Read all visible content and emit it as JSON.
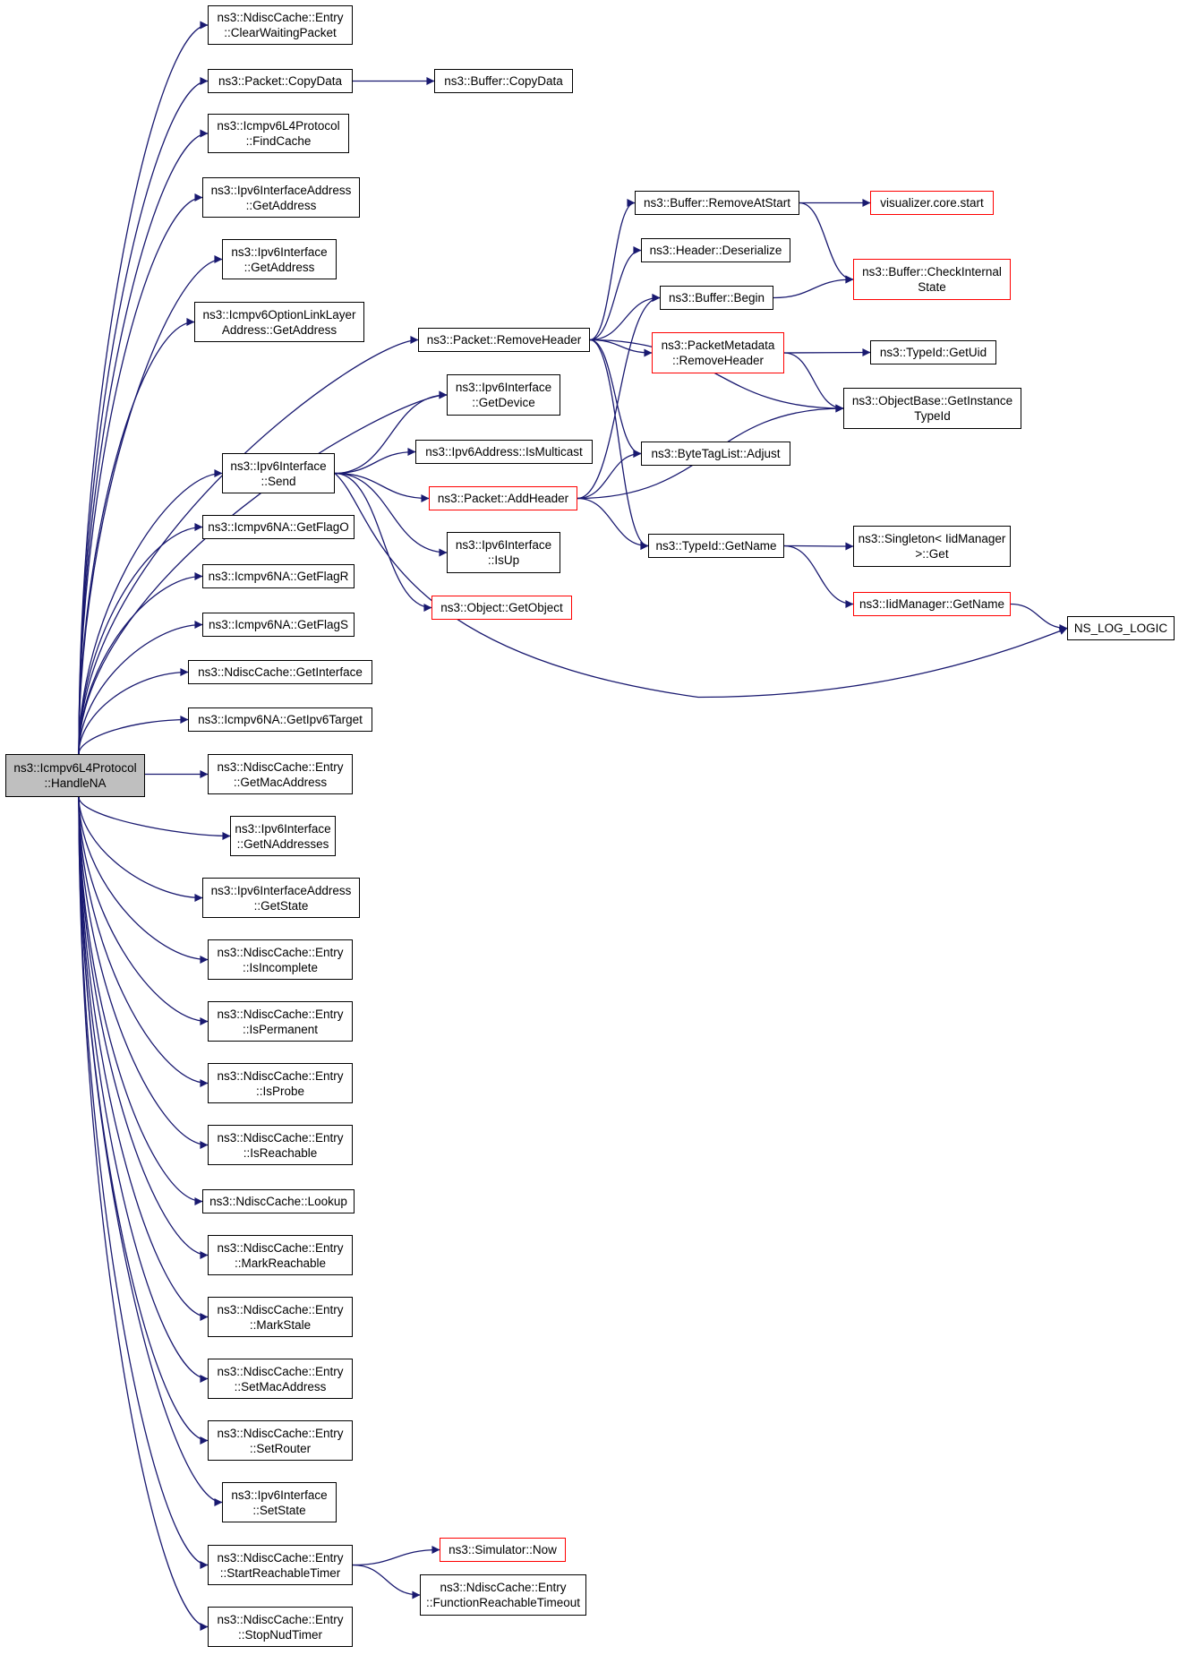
{
  "diagram": {
    "type": "call-graph",
    "colors": {
      "edge": "#191970",
      "node_border": "#000000",
      "node_border_incomplete": "#ff0000",
      "root_fill": "#bfbfbf",
      "background": "#ffffff"
    },
    "nodes": [
      {
        "id": "handlena",
        "label": "ns3::Icmpv6L4Protocol\n::HandleNA",
        "style": "root"
      },
      {
        "id": "clearwaiting",
        "label": "ns3::NdiscCache::Entry\n::ClearWaitingPacket",
        "style": "normal"
      },
      {
        "id": "pkt_copydata",
        "label": "ns3::Packet::CopyData",
        "style": "normal"
      },
      {
        "id": "findcache",
        "label": "ns3::Icmpv6L4Protocol\n::FindCache",
        "style": "normal"
      },
      {
        "id": "ifaddr_getaddress",
        "label": "ns3::Ipv6InterfaceAddress\n::GetAddress",
        "style": "normal"
      },
      {
        "id": "iface_getaddress",
        "label": "ns3::Ipv6Interface\n::GetAddress",
        "style": "normal"
      },
      {
        "id": "optlla_getaddress",
        "label": "ns3::Icmpv6OptionLinkLayer\nAddress::GetAddress",
        "style": "normal"
      },
      {
        "id": "iface_send",
        "label": "ns3::Ipv6Interface\n::Send",
        "style": "normal"
      },
      {
        "id": "getflago",
        "label": "ns3::Icmpv6NA::GetFlagO",
        "style": "normal"
      },
      {
        "id": "getflagr",
        "label": "ns3::Icmpv6NA::GetFlagR",
        "style": "normal"
      },
      {
        "id": "getflags",
        "label": "ns3::Icmpv6NA::GetFlagS",
        "style": "normal"
      },
      {
        "id": "getinterface",
        "label": "ns3::NdiscCache::GetInterface",
        "style": "normal"
      },
      {
        "id": "getipv6target",
        "label": "ns3::Icmpv6NA::GetIpv6Target",
        "style": "normal"
      },
      {
        "id": "getmacaddress",
        "label": "ns3::NdiscCache::Entry\n::GetMacAddress",
        "style": "normal"
      },
      {
        "id": "getnaddresses",
        "label": "ns3::Ipv6Interface\n::GetNAddresses",
        "style": "normal"
      },
      {
        "id": "getstate",
        "label": "ns3::Ipv6InterfaceAddress\n::GetState",
        "style": "normal"
      },
      {
        "id": "isincomplete",
        "label": "ns3::NdiscCache::Entry\n::IsIncomplete",
        "style": "normal"
      },
      {
        "id": "ispermanent",
        "label": "ns3::NdiscCache::Entry\n::IsPermanent",
        "style": "normal"
      },
      {
        "id": "isprobe",
        "label": "ns3::NdiscCache::Entry\n::IsProbe",
        "style": "normal"
      },
      {
        "id": "isreachable",
        "label": "ns3::NdiscCache::Entry\n::IsReachable",
        "style": "normal"
      },
      {
        "id": "lookup",
        "label": "ns3::NdiscCache::Lookup",
        "style": "normal"
      },
      {
        "id": "markreachable",
        "label": "ns3::NdiscCache::Entry\n::MarkReachable",
        "style": "normal"
      },
      {
        "id": "markstale",
        "label": "ns3::NdiscCache::Entry\n::MarkStale",
        "style": "normal"
      },
      {
        "id": "setmacaddress",
        "label": "ns3::NdiscCache::Entry\n::SetMacAddress",
        "style": "normal"
      },
      {
        "id": "setrouter",
        "label": "ns3::NdiscCache::Entry\n::SetRouter",
        "style": "normal"
      },
      {
        "id": "setstate",
        "label": "ns3::Ipv6Interface\n::SetState",
        "style": "normal"
      },
      {
        "id": "startreachable",
        "label": "ns3::NdiscCache::Entry\n::StartReachableTimer",
        "style": "normal"
      },
      {
        "id": "stopnud",
        "label": "ns3::NdiscCache::Entry\n::StopNudTimer",
        "style": "normal"
      },
      {
        "id": "buf_copydata",
        "label": "ns3::Buffer::CopyData",
        "style": "normal"
      },
      {
        "id": "removeheader",
        "label": "ns3::Packet::RemoveHeader",
        "style": "normal"
      },
      {
        "id": "getdevice",
        "label": "ns3::Ipv6Interface\n::GetDevice",
        "style": "normal"
      },
      {
        "id": "ismulticast",
        "label": "ns3::Ipv6Address::IsMulticast",
        "style": "normal"
      },
      {
        "id": "addheader",
        "label": "ns3::Packet::AddHeader",
        "style": "incomplete"
      },
      {
        "id": "isup",
        "label": "ns3::Ipv6Interface\n::IsUp",
        "style": "normal"
      },
      {
        "id": "getobject",
        "label": "ns3::Object::GetObject",
        "style": "incomplete"
      },
      {
        "id": "removeatstart",
        "label": "ns3::Buffer::RemoveAtStart",
        "style": "normal"
      },
      {
        "id": "deserialize",
        "label": "ns3::Header::Deserialize",
        "style": "normal"
      },
      {
        "id": "begin",
        "label": "ns3::Buffer::Begin",
        "style": "normal"
      },
      {
        "id": "pm_removeheader",
        "label": "ns3::PacketMetadata\n::RemoveHeader",
        "style": "incomplete"
      },
      {
        "id": "adjust",
        "label": "ns3::ByteTagList::Adjust",
        "style": "normal"
      },
      {
        "id": "typeid_getname",
        "label": "ns3::TypeId::GetName",
        "style": "normal"
      },
      {
        "id": "viz_start",
        "label": "visualizer.core.start",
        "style": "incomplete"
      },
      {
        "id": "checkinternal",
        "label": "ns3::Buffer::CheckInternal\nState",
        "style": "incomplete"
      },
      {
        "id": "getuid",
        "label": "ns3::TypeId::GetUid",
        "style": "normal"
      },
      {
        "id": "getinstancetypeid",
        "label": "ns3::ObjectBase::GetInstance\nTypeId",
        "style": "normal"
      },
      {
        "id": "singleton_get",
        "label": "ns3::Singleton< IidManager\n>::Get",
        "style": "normal"
      },
      {
        "id": "iid_getname",
        "label": "ns3::IidManager::GetName",
        "style": "incomplete"
      },
      {
        "id": "ns_log_logic",
        "label": "NS_LOG_LOGIC",
        "style": "normal"
      },
      {
        "id": "sim_now",
        "label": "ns3::Simulator::Now",
        "style": "incomplete"
      },
      {
        "id": "functionreachable",
        "label": "ns3::NdiscCache::Entry\n::FunctionReachableTimeout",
        "style": "normal"
      }
    ],
    "edges": [
      [
        "handlena",
        "clearwaiting"
      ],
      [
        "handlena",
        "pkt_copydata"
      ],
      [
        "handlena",
        "findcache"
      ],
      [
        "handlena",
        "ifaddr_getaddress"
      ],
      [
        "handlena",
        "iface_getaddress"
      ],
      [
        "handlena",
        "optlla_getaddress"
      ],
      [
        "handlena",
        "removeheader"
      ],
      [
        "handlena",
        "getdevice"
      ],
      [
        "handlena",
        "iface_send"
      ],
      [
        "handlena",
        "getflago"
      ],
      [
        "handlena",
        "getflagr"
      ],
      [
        "handlena",
        "getflags"
      ],
      [
        "handlena",
        "getinterface"
      ],
      [
        "handlena",
        "getipv6target"
      ],
      [
        "handlena",
        "getmacaddress"
      ],
      [
        "handlena",
        "getnaddresses"
      ],
      [
        "handlena",
        "getstate"
      ],
      [
        "handlena",
        "isincomplete"
      ],
      [
        "handlena",
        "ispermanent"
      ],
      [
        "handlena",
        "isprobe"
      ],
      [
        "handlena",
        "isreachable"
      ],
      [
        "handlena",
        "lookup"
      ],
      [
        "handlena",
        "markreachable"
      ],
      [
        "handlena",
        "markstale"
      ],
      [
        "handlena",
        "setmacaddress"
      ],
      [
        "handlena",
        "setrouter"
      ],
      [
        "handlena",
        "setstate"
      ],
      [
        "handlena",
        "startreachable"
      ],
      [
        "handlena",
        "stopnud"
      ],
      [
        "pkt_copydata",
        "buf_copydata"
      ],
      [
        "iface_send",
        "getdevice"
      ],
      [
        "iface_send",
        "ismulticast"
      ],
      [
        "iface_send",
        "addheader"
      ],
      [
        "iface_send",
        "isup"
      ],
      [
        "iface_send",
        "getobject"
      ],
      [
        "iface_send",
        "ns_log_logic"
      ],
      [
        "removeheader",
        "removeatstart"
      ],
      [
        "removeheader",
        "deserialize"
      ],
      [
        "removeheader",
        "begin"
      ],
      [
        "removeheader",
        "pm_removeheader"
      ],
      [
        "removeheader",
        "getinstancetypeid"
      ],
      [
        "removeheader",
        "adjust"
      ],
      [
        "removeheader",
        "typeid_getname"
      ],
      [
        "addheader",
        "begin"
      ],
      [
        "addheader",
        "adjust"
      ],
      [
        "addheader",
        "getinstancetypeid"
      ],
      [
        "addheader",
        "typeid_getname"
      ],
      [
        "removeatstart",
        "viz_start"
      ],
      [
        "removeatstart",
        "checkinternal"
      ],
      [
        "begin",
        "checkinternal"
      ],
      [
        "pm_removeheader",
        "getuid"
      ],
      [
        "pm_removeheader",
        "getinstancetypeid"
      ],
      [
        "typeid_getname",
        "singleton_get"
      ],
      [
        "typeid_getname",
        "iid_getname"
      ],
      [
        "iid_getname",
        "ns_log_logic"
      ],
      [
        "startreachable",
        "sim_now"
      ],
      [
        "startreachable",
        "functionreachable"
      ]
    ]
  }
}
